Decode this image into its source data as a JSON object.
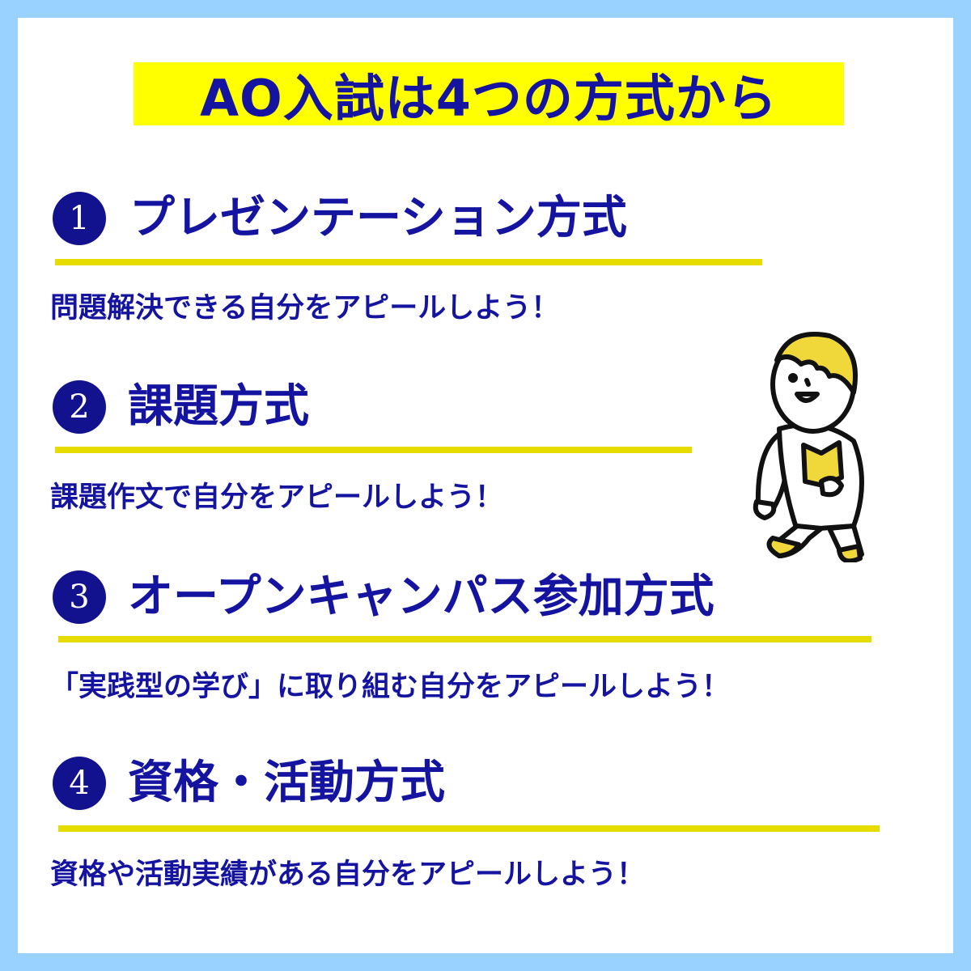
{
  "title": "AO入試は4つの方式から",
  "methods": [
    {
      "number": "1",
      "heading": "プレゼンテーション方式",
      "description": "問題解決できる自分をアピールしよう！"
    },
    {
      "number": "2",
      "heading": "課題方式",
      "description": "課題作文で自分をアピールしよう！"
    },
    {
      "number": "3",
      "heading": "オープンキャンパス参加方式",
      "description": "「実践型の学び」に取り組む自分をアピールしよう！"
    },
    {
      "number": "4",
      "heading": "資格・活動方式",
      "description": "資格や活動実績がある自分をアピールしよう！"
    }
  ],
  "colors": {
    "border": "#99d1ff",
    "text": "#1414a0",
    "highlight": "#ffff00",
    "rule": "#e6dc00"
  }
}
